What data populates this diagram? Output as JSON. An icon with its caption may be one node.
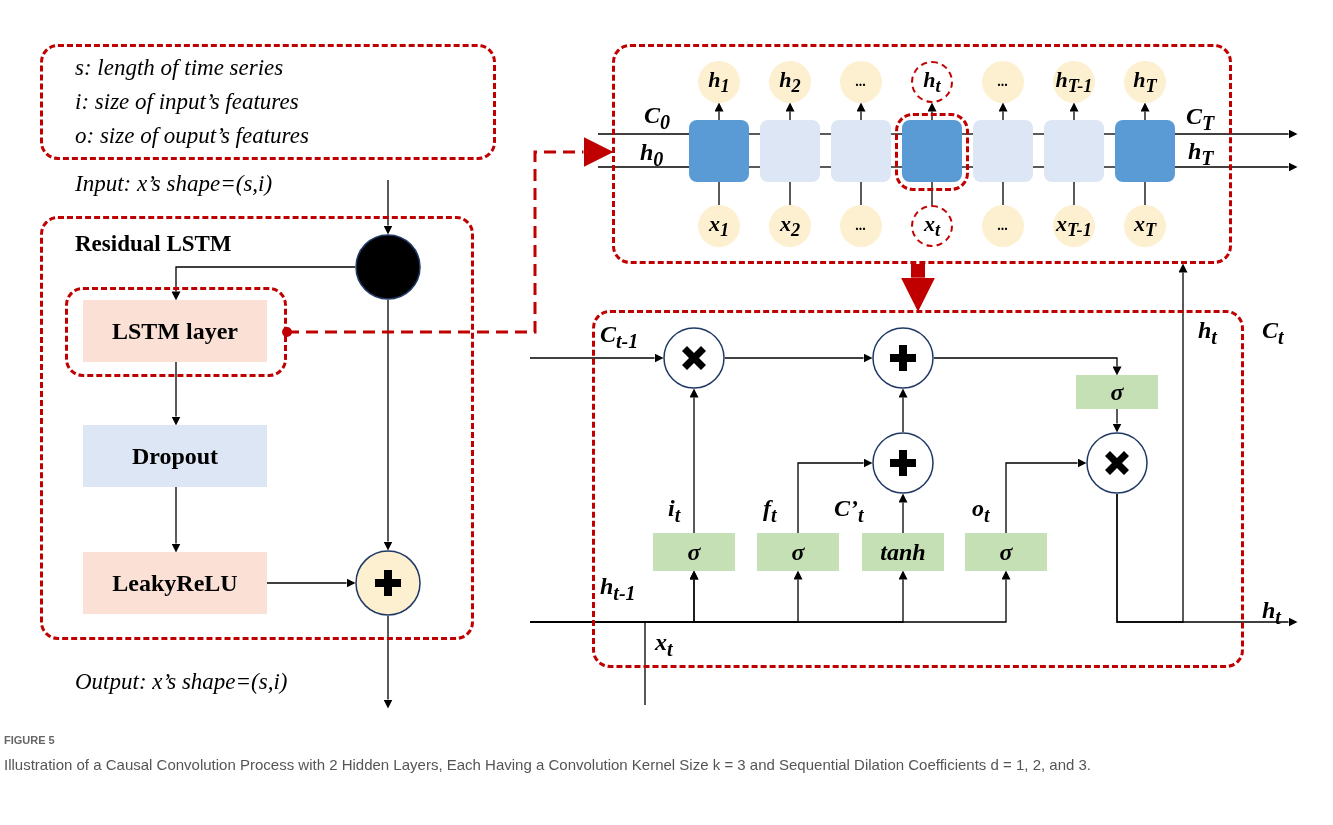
{
  "diagram": {
    "title": "FIGURE 5",
    "caption": "Illustration of a Causal Convolution Process with 2 Hidden Layers, Each Having a Convolution Kernel Size k = 3 and Sequential Dilation Coefficients d = 1, 2, and 3.",
    "nodes": [
      {
        "text": [
          "s: length of time series",
          "i: size of input’s features",
          "o: size of ouput’s features"
        ]
      },
      {
        "text": [
          "Residual LSTM"
        ]
      },
      {
        "text": [],
        "shape": "circle",
        "in": 1
      },
      {
        "text": [],
        "shape": "box",
        "in": 1
      },
      {
        "text": [
          "LSTM layer"
        ],
        "in": 3
      },
      {
        "text": [
          "Dropout"
        ],
        "in": 1
      },
      {
        "text": [
          "LeakyReLU"
        ],
        "in": 1
      },
      {
        "text": [],
        "shape": "circle",
        "in": 1
      },
      {
        "text": [],
        "shape": "box"
      },
      {
        "text": [],
        "shape": "box",
        "in": 8
      },
      {
        "text": [],
        "shape": "box",
        "in": 8
      },
      {
        "text": [],
        "shape": "box",
        "in": 8
      },
      {
        "text": [],
        "shape": "box",
        "in": 8
      },
      {
        "text": [],
        "shape": "box",
        "in": 12
      },
      {
        "text": [],
        "shape": "box",
        "in": 8
      },
      {
        "text": [],
        "shape": "box",
        "in": 8
      },
      {
        "text": [],
        "shape": "box",
        "in": 8
      },
      {
        "text": [
          "h$_{1}$"
        ],
        "in": 8
      },
      {
        "text": [
          "h$_{2}$"
        ],
        "in": 8
      },
      {
        "text": [
          "..."
        ],
        "in": 8
      },
      {
        "text": [
          "h$_{t}$"
        ],
        "in": 8
      },
      {
        "text": [
          "..."
        ],
        "in": 8
      },
      {
        "text": [
          "h$_{T-1}$"
        ],
        "in": 8
      },
      {
        "text": [
          "h$_{T}$"
        ],
        "in": 8
      },
      {
        "text": [
          "x$_{1}$"
        ],
        "in": 8
      },
      {
        "text": [
          "x$_{2}$"
        ],
        "in": 8
      },
      {
        "text": [
          "..."
        ],
        "in": 8
      },
      {
        "text": [
          "x$_{t}$"
        ],
        "in": 8
      },
      {
        "text": [
          "..."
        ],
        "in": 8
      },
      {
        "text": [
          "x$_{T-1}$"
        ],
        "in": 8
      },
      {
        "text": [
          "x$_{T}$"
        ],
        "in": 8
      },
      {
        "text": [],
        "shape": "box"
      },
      {
        "text": [],
        "shape": "circle",
        "in": 31
      },
      {
        "text": [],
        "shape": "circle",
        "in": 31
      },
      {
        "text": [
          "σ"
        ],
        "in": 31
      },
      {
        "text": [],
        "shape": "circle",
        "in": 31
      },
      {
        "text": [],
        "shape": "circle",
        "in": 31
      },
      {
        "text": [
          "σ"
        ],
        "in": 31
      },
      {
        "text": [
          "σ"
        ],
        "in": 31
      },
      {
        "text": [
          "tanh"
        ],
        "in": 31
      },
      {
        "text": [
          "σ"
        ],
        "in": 31
      }
    ],
    "edges": [
      {
        "from": null,
        "to": 2,
        "arrow": "to"
      },
      {
        "from": 2,
        "to": 4,
        "arrow": "to"
      },
      {
        "from": 4,
        "to": 5,
        "arrow": "to"
      },
      {
        "from": 5,
        "to": 6,
        "arrow": "to"
      },
      {
        "from": 6,
        "to": 7,
        "arrow": "to"
      },
      {
        "from": 2,
        "to": 7,
        "arrow": "to"
      },
      {
        "from": 7,
        "to": null,
        "arrow": "to"
      },
      {
        "from": 3,
        "to": 8,
        "arrow": "to",
        "style": "dashed",
        "color": "#c00000"
      },
      {
        "from": 8,
        "to": 31,
        "arrow": "to",
        "style": "thick",
        "color": "#c00000"
      },
      {
        "from": null,
        "to": 9,
        "arrow": "none",
        "label": "C$_{0}$"
      },
      {
        "from": null,
        "to": 9,
        "arrow": "none",
        "label": "h$_{0}$"
      },
      {
        "from": 9,
        "to": 10,
        "arrow": "none"
      },
      {
        "from": 9,
        "to": 10,
        "arrow": "none"
      },
      {
        "from": 10,
        "to": 11,
        "arrow": "none"
      },
      {
        "from": 10,
        "to": 11,
        "arrow": "none"
      },
      {
        "from": 11,
        "to": 13,
        "arrow": "none"
      },
      {
        "from": 11,
        "to": 13,
        "arrow": "none"
      },
      {
        "from": 13,
        "to": 14,
        "arrow": "none"
      },
      {
        "from": 13,
        "to": 14,
        "arrow": "none"
      },
      {
        "from": 14,
        "to": 15,
        "arrow": "none"
      },
      {
        "from": 14,
        "to": 15,
        "arrow": "none"
      },
      {
        "from": 15,
        "to": 16,
        "arrow": "none"
      },
      {
        "from": 15,
        "to": 16,
        "arrow": "none"
      },
      {
        "from": 16,
        "to": null,
        "arrow": "to",
        "label": "C$_{T}$"
      },
      {
        "from": 16,
        "to": null,
        "arrow": "to",
        "label": "h$_{T}$"
      },
      {
        "from": 9,
        "to": 17,
        "arrow": "to"
      },
      {
        "from": 10,
        "to": 18,
        "arrow": "to"
      },
      {
        "from": 11,
        "to": 19,
        "arrow": "to"
      },
      {
        "from": 13,
        "to": 20,
        "arrow": "to"
      },
      {
        "from": 14,
        "to": 21,
        "arrow": "to"
      },
      {
        "from": 15,
        "to": 22,
        "arrow": "to"
      },
      {
        "from": 16,
        "to": 23,
        "arrow": "to"
      },
      {
        "from": 24,
        "to": 9,
        "arrow": "none"
      },
      {
        "from": 25,
        "to": 10,
        "arrow": "none"
      },
      {
        "from": 26,
        "to": 11,
        "arrow": "none"
      },
      {
        "from": 27,
        "to": 13,
        "arrow": "none"
      },
      {
        "from": 28,
        "to": 14,
        "arrow": "none"
      },
      {
        "from": 29,
        "to": 15,
        "arrow": "none"
      },
      {
        "from": 30,
        "to": 16,
        "arrow": "none"
      },
      {
        "from": null,
        "to": 32,
        "arrow": "to",
        "label": "C$_{t-1}$"
      },
      {
        "from": 32,
        "to": 33,
        "arrow": "to"
      },
      {
        "from": 33,
        "to": 34,
        "arrow": "to"
      },
      {
        "from": 34,
        "to": 36,
        "arrow": "to"
      },
      {
        "from": 37,
        "to": 32,
        "arrow": "to",
        "label": "i$_{t}$"
      },
      {
        "from": 38,
        "to": 35,
        "arrow": "to",
        "label": "f$_{t}$"
      },
      {
        "from": 39,
        "to": 35,
        "arrow": "to",
        "label": "C’$_{t}$"
      },
      {
        "from": 35,
        "to": 33,
        "arrow": "to"
      },
      {
        "from": 40,
        "to": 36,
        "arrow": "to",
        "label": "o$_{t}$"
      },
      {
        "from": null,
        "to": 37,
        "arrow": "to",
        "label": "h$_{t-1}$"
      },
      {
        "from": null,
        "to": 38,
        "arrow": "to"
      },
      {
        "from": null,
        "to": 39,
        "arrow": "to"
      },
      {
        "from": null,
        "to": 40,
        "arrow": "to"
      },
      {
        "from": null,
        "to": 37,
        "arrow": "to",
        "label": "x$_{t}$"
      },
      {
        "from": 36,
        "to": 8,
        "arrow": "to",
        "label": "h$_{t}$"
      },
      {
        "from": 36,
        "to": null,
        "arrow": "to",
        "label": "h$_{t}$"
      }
    ],
    "labels": [
      "Input: x’s shape=(s,i)",
      "Output: x’s shape=(s,i)",
      "C$_{t}$"
    ]
  }
}
